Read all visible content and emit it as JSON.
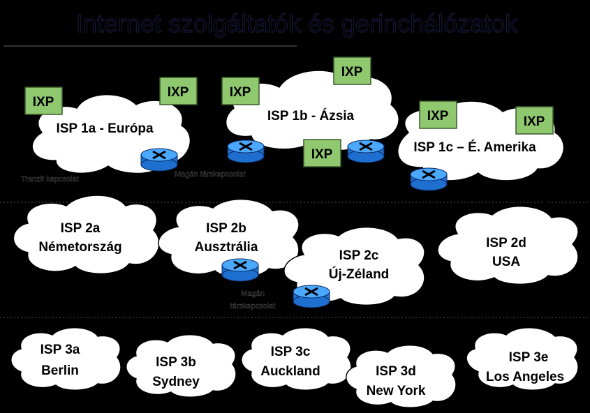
{
  "title": "Internet szolgáltatók és gerinchálózatok",
  "tier1": [
    {
      "label": "ISP 1a - Európa"
    },
    {
      "label": "ISP 1b - Ázsia"
    },
    {
      "label": "ISP 1c – É. Amerika"
    }
  ],
  "tier2": [
    {
      "line1": "ISP 2a",
      "line2": "Németország"
    },
    {
      "line1": "ISP 2b",
      "line2": "Ausztrália"
    },
    {
      "line1": "ISP 2c",
      "line2": "Új-Zéland"
    },
    {
      "line1": "ISP 2d",
      "line2": "USA"
    }
  ],
  "tier3": [
    {
      "line1": "ISP 3a",
      "line2": "Berlin"
    },
    {
      "line1": "ISP 3b",
      "line2": "Sydney"
    },
    {
      "line1": "ISP 3c",
      "line2": "Auckland"
    },
    {
      "line1": "ISP 3d",
      "line2": "New York"
    },
    {
      "line1": "ISP 3e",
      "line2": "Los Angeles"
    }
  ],
  "ixp_label": "IXP",
  "annotations": {
    "transit": "Tranzit kapcsolat",
    "private_peering": "Magán társkapcsolat",
    "private_peering_line1": "Magán",
    "private_peering_line2": "társkapcsolat"
  },
  "colors": {
    "ixp_fill": "#90c870",
    "router_fill": "#3399ff"
  }
}
